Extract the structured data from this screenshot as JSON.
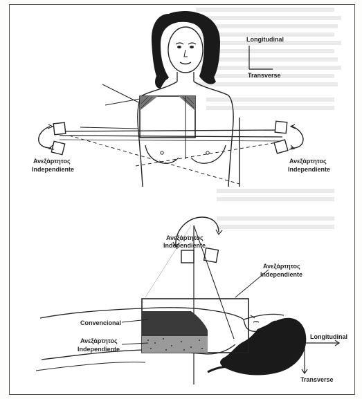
{
  "figure": {
    "top_axes": {
      "vertical_label": "Longitudinal",
      "horizontal_label": "Transverse"
    },
    "top_left_label": [
      "Ανεξάρτητος",
      "Independiente"
    ],
    "top_right_label": [
      "Ανεξάρτητος",
      "Independiente"
    ],
    "bottom_top_label": [
      "Ανεξάρτητος",
      "Independiente"
    ],
    "bottom_right_label": [
      "Ανεξάρτητος",
      "Independiente"
    ],
    "bottom_left_label_1": "Convencional",
    "bottom_left_label_2": [
      "Ανεξάρτητος",
      "Independiente"
    ],
    "bottom_axes": {
      "horizontal_label": "Longitudinal",
      "vertical_label": "Transverse"
    }
  }
}
